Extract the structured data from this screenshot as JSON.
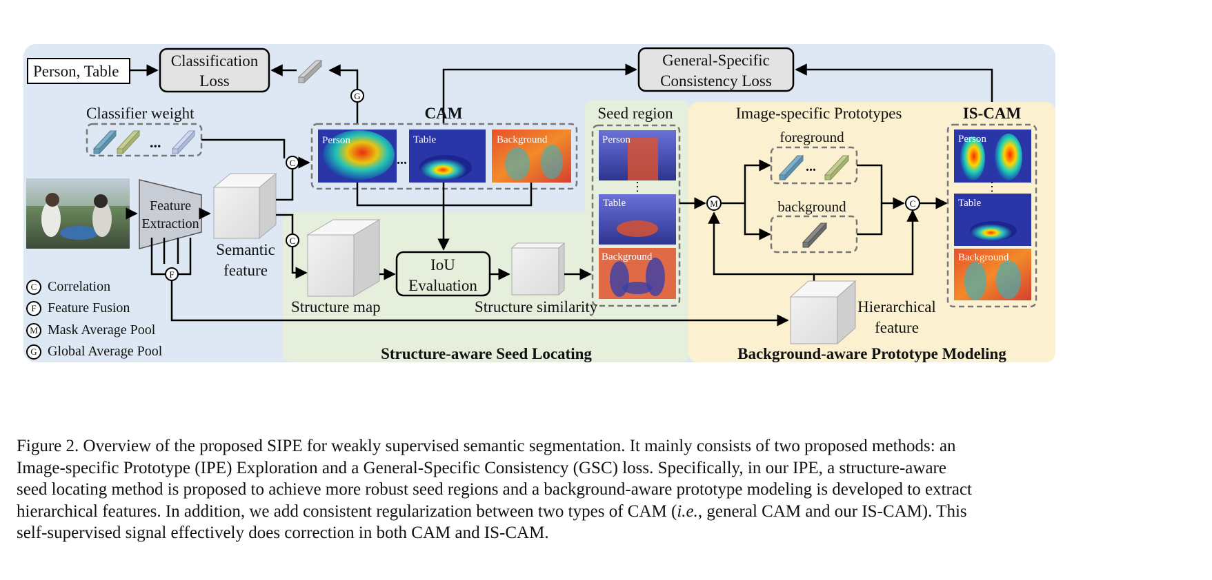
{
  "diagram": {
    "labels_box": "Person, Table",
    "classification_loss": [
      "Classification",
      "Loss"
    ],
    "gsc_loss": [
      "General-Specific",
      "Consistency Loss"
    ],
    "classifier_weight": "Classifier weight",
    "ellipsis": "...",
    "feature_extraction": [
      "Feature",
      "Extraction"
    ],
    "semantic_feature": [
      "Semantic",
      "feature"
    ],
    "cam_title": "CAM",
    "cam_maps": [
      "Person",
      "Table",
      "Background"
    ],
    "cam_ellipsis": "...",
    "seed_region": "Seed region",
    "seed_maps": [
      "Person",
      "Table",
      "Background"
    ],
    "iou_eval": [
      "IoU",
      "Evaluation"
    ],
    "structure_map": "Structure map",
    "structure_similarity": "Structure similarity",
    "isp_title": "Image-specific Prototypes",
    "foreground": "foreground",
    "background": "background",
    "iscam_title": "IS-CAM",
    "iscam_maps": [
      "Person",
      "Table",
      "Background"
    ],
    "hierarchical_feature": [
      "Hierarchical",
      "feature"
    ],
    "section_seed": "Structure-aware Seed Locating",
    "section_proto": "Background-aware Prototype Modeling",
    "legend": [
      {
        "symbol": "C",
        "text": "Correlation"
      },
      {
        "symbol": "F",
        "text": "Feature Fusion"
      },
      {
        "symbol": "M",
        "text": "Mask Average Pool"
      },
      {
        "symbol": "G",
        "text": "Global Average Pool"
      }
    ],
    "colors": {
      "blue_panel": "#dde8f4",
      "green_panel": "#e5efdc",
      "yellow_panel": "#fbf0cf",
      "loss_box": "#e3e3e3"
    }
  },
  "caption": {
    "prefix": "Figure 2.",
    "line1": "Overview of the proposed SIPE for weakly supervised semantic segmentation. It mainly consists of two proposed methods: an",
    "line2": "Image-specific Prototype (IPE) Exploration and a General-Specific Consistency (GSC) loss.  Specifically, in our IPE, a structure-aware",
    "line3": "seed locating method is proposed to achieve more robust seed regions and a background-aware prototype modeling is developed to extract",
    "line4_a": "hierarchical features. In addition, we add consistent regularization between two types of CAM (",
    "line4_ie": "i.e.",
    "line4_b": ", general CAM and our IS-CAM). This",
    "line5": "self-supervised signal effectively does correction in both CAM and IS-CAM."
  }
}
